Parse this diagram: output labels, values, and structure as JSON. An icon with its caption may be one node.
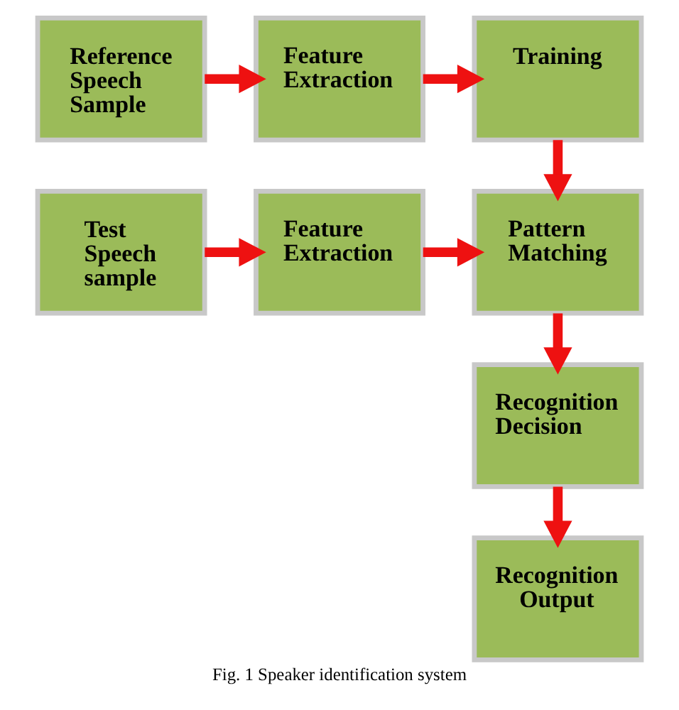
{
  "diagram": {
    "caption": "Fig. 1 Speaker identification system",
    "nodes": [
      {
        "text": [
          "Reference Speech Sample"
        ]
      },
      {
        "text": [
          "Feature Extraction"
        ]
      },
      {
        "text": [
          "Training"
        ]
      },
      {
        "text": [
          "Test Speech sample"
        ]
      },
      {
        "text": [
          "Feature Extraction"
        ]
      },
      {
        "text": [
          "Pattern Matching"
        ]
      },
      {
        "text": [
          "Recognition Decision"
        ]
      },
      {
        "text": [
          "Recognition Output"
        ]
      }
    ],
    "edges": [
      {
        "from": 0,
        "to": 1,
        "arrow": "to"
      },
      {
        "from": 1,
        "to": 2,
        "arrow": "to"
      },
      {
        "from": 2,
        "to": 5,
        "arrow": "to"
      },
      {
        "from": 3,
        "to": 4,
        "arrow": "to"
      },
      {
        "from": 4,
        "to": 5,
        "arrow": "to"
      },
      {
        "from": 5,
        "to": 6,
        "arrow": "to"
      },
      {
        "from": 6,
        "to": 7,
        "arrow": "to"
      }
    ]
  }
}
